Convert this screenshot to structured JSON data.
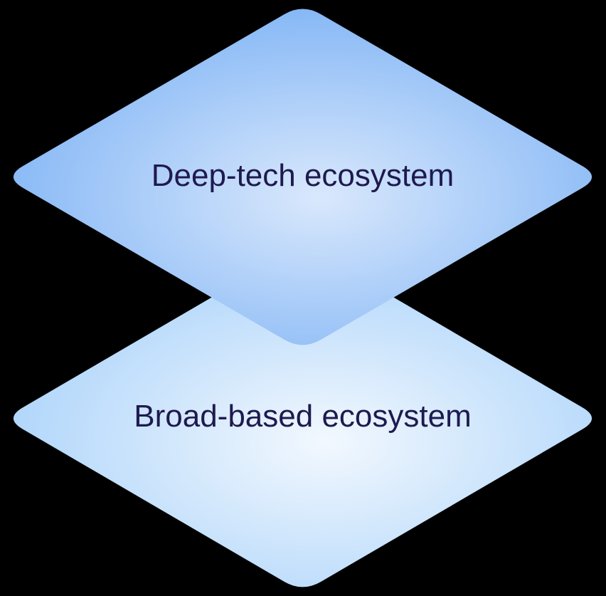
{
  "diagram": {
    "background_color": "#000000",
    "text_color": "#1e1a4f",
    "layers": [
      {
        "id": "deep-tech",
        "label": "Deep-tech ecosystem",
        "center_color": "#d9e8fc",
        "edge_color": "#7eb3f5"
      },
      {
        "id": "broad-based",
        "label": "Broad-based ecosystem",
        "center_color": "#f2f8fe",
        "edge_color": "#a9d2fa"
      }
    ]
  }
}
